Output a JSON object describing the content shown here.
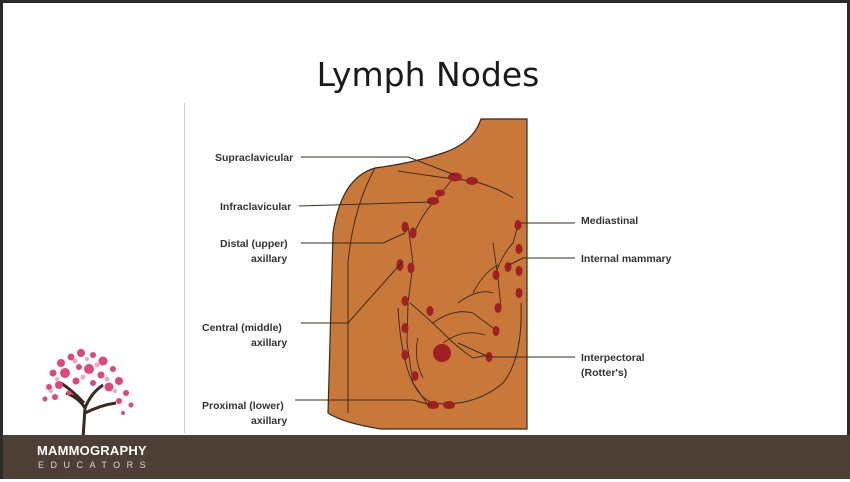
{
  "slide": {
    "title": "Lymph Nodes"
  },
  "diagram": {
    "labels_left": {
      "supraclavicular": "Supraclavicular",
      "infraclavicular": "Infraclavicular",
      "distal_1": "Distal (upper)",
      "distal_2": "axillary",
      "central_1": "Central (middle)",
      "central_2": "axillary",
      "proximal_1": "Proximal (lower)",
      "proximal_2": "axillary"
    },
    "labels_right": {
      "mediastinal": "Mediastinal",
      "internal_mammary": "Internal mammary",
      "interpectoral_1": "Interpectoral",
      "interpectoral_2": "(Rotter's)"
    },
    "colors": {
      "skin": "#c8793a",
      "node": "#a01e24",
      "outline": "#3a2a1e"
    }
  },
  "footer": {
    "brand_top": "MAMMOGRAPHY",
    "brand_bottom": "EDUCATORS",
    "color": "#4d3f36",
    "logo_color": "#e0457b"
  }
}
